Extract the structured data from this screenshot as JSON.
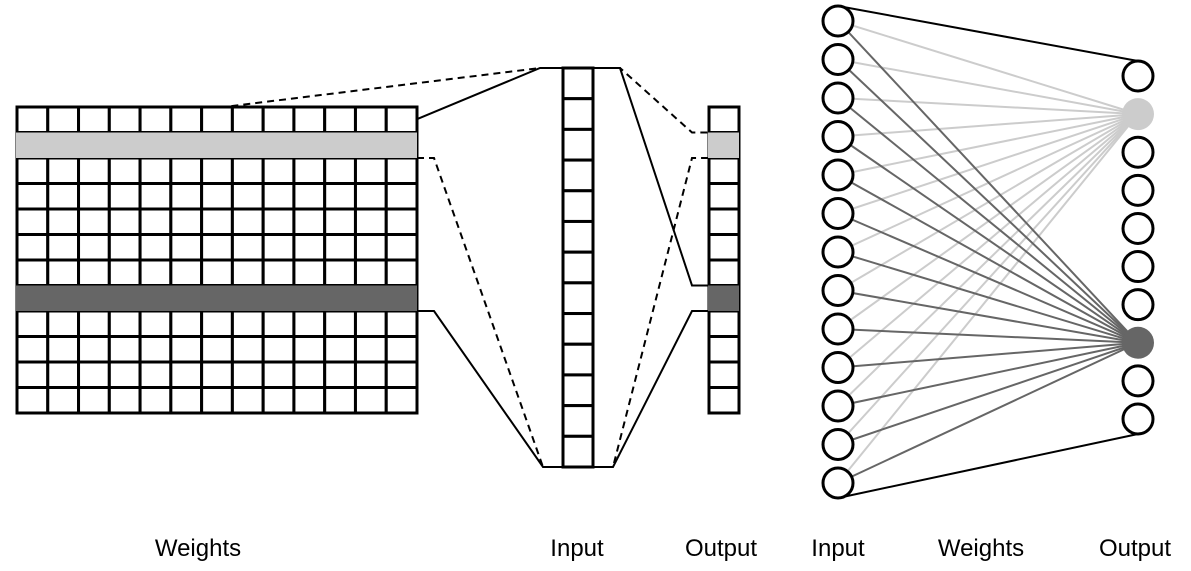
{
  "labels": {
    "matrix_weights": "Weights",
    "matrix_input": "Input",
    "matrix_output": "Output",
    "network_input": "Input",
    "network_weights": "Weights",
    "network_output": "Output"
  },
  "matrix": {
    "rows": 12,
    "cols": 13,
    "highlighted_rows": [
      {
        "row": 1,
        "shade": "light"
      },
      {
        "row": 7,
        "shade": "dark"
      }
    ]
  },
  "vector": {
    "input_cells": 13,
    "output_cells": 12
  },
  "network": {
    "input_nodes": 13,
    "output_nodes": 10,
    "highlighted_outputs": [
      {
        "index": 1,
        "shade": "light"
      },
      {
        "index": 7,
        "shade": "dark"
      }
    ]
  },
  "colors": {
    "light": "#cccccc",
    "dark": "#666666",
    "stroke": "#000000",
    "background": "#ffffff"
  }
}
